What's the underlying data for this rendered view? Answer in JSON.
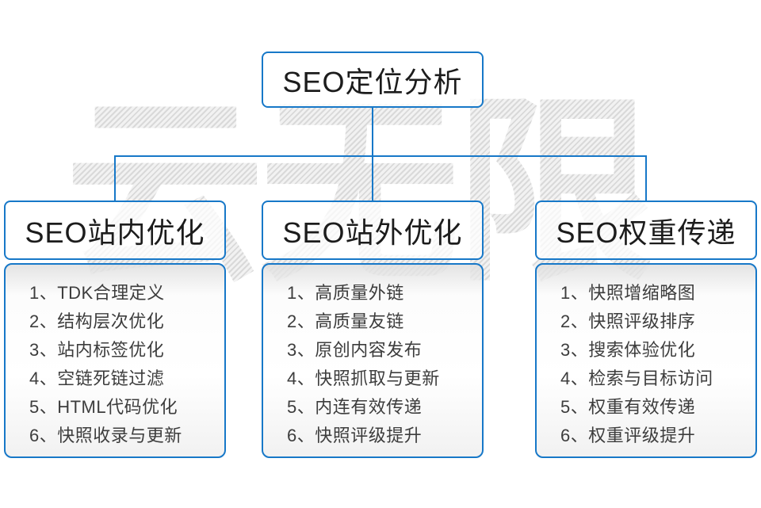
{
  "colors": {
    "accent": "#1778c8",
    "watermark_gray": "#e6e6e6",
    "heading_text": "#1c1c1c",
    "item_text": "#3d3d3d"
  },
  "watermark": {
    "text": "云无限"
  },
  "root": {
    "label": "SEO定位分析"
  },
  "columns": [
    {
      "title": "SEO站内优化",
      "items": [
        "1、TDK合理定义",
        "2、结构层次优化",
        "3、站内标签优化",
        "4、空链死链过滤",
        "5、HTML代码优化",
        "6、快照收录与更新"
      ]
    },
    {
      "title": "SEO站外优化",
      "items": [
        "1、高质量外链",
        "2、高质量友链",
        "3、原创内容发布",
        "4、快照抓取与更新",
        "5、内连有效传递",
        "6、快照评级提升"
      ]
    },
    {
      "title": "SEO权重传递",
      "items": [
        "1、快照增缩略图",
        "2、快照评级排序",
        "3、搜索体验优化",
        "4、检索与目标访问",
        "5、权重有效传递",
        "6、权重评级提升"
      ]
    }
  ]
}
